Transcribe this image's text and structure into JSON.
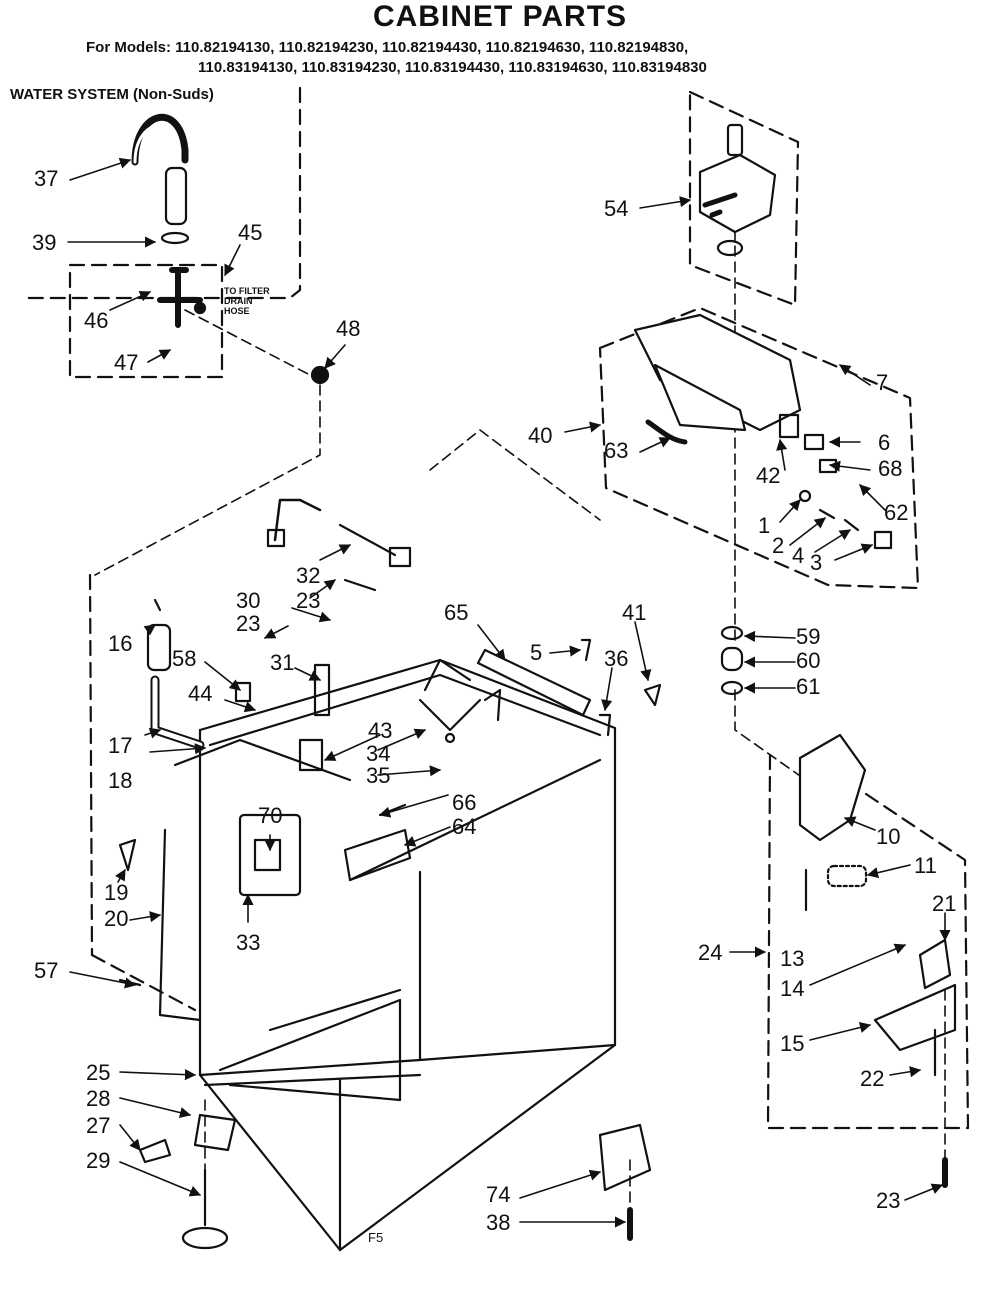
{
  "title": "CABINET PARTS",
  "models": {
    "prefix": "For Models:",
    "line1": "110.82194130, 110.82194230, 110.82194430, 110.82194630, 110.82194830,",
    "line2": "110.83194130, 110.83194230, 110.83194430, 110.83194630, 110.83194830"
  },
  "water_system_title": "WATER SYSTEM (Non-Suds)",
  "hose_note": [
    "TO FILTER",
    "DRAIN",
    "HOSE"
  ],
  "footer_code": "F5",
  "labels": {
    "l37": "37",
    "l39": "39",
    "l45": "45",
    "l46": "46",
    "l47": "47",
    "l48": "48",
    "l54": "54",
    "l7": "7",
    "l40": "40",
    "l63": "63",
    "l42": "42",
    "l6": "6",
    "l68": "68",
    "l62": "62",
    "l1": "1",
    "l2": "2",
    "l4": "4",
    "l3": "3",
    "l59": "59",
    "l60": "60",
    "l61": "61",
    "l10": "10",
    "l11": "11",
    "l13": "13",
    "l21": "21",
    "l24": "24",
    "l14": "14",
    "l15": "15",
    "l22": "22",
    "l23c": "23",
    "l32": "32",
    "l23a": "23",
    "l30": "30",
    "l23b": "23",
    "l31": "31",
    "l16": "16",
    "l58": "58",
    "l65": "65",
    "l5": "5",
    "l41": "41",
    "l36": "36",
    "l44": "44",
    "l17": "17",
    "l18": "18",
    "l43": "43",
    "l34": "34",
    "l35": "35",
    "l66": "66",
    "l64": "64",
    "l70": "70",
    "l19": "19",
    "l20": "20",
    "l33": "33",
    "l57": "57",
    "l25": "25",
    "l28": "28",
    "l27": "27",
    "l29": "29",
    "l74": "74",
    "l38": "38"
  }
}
